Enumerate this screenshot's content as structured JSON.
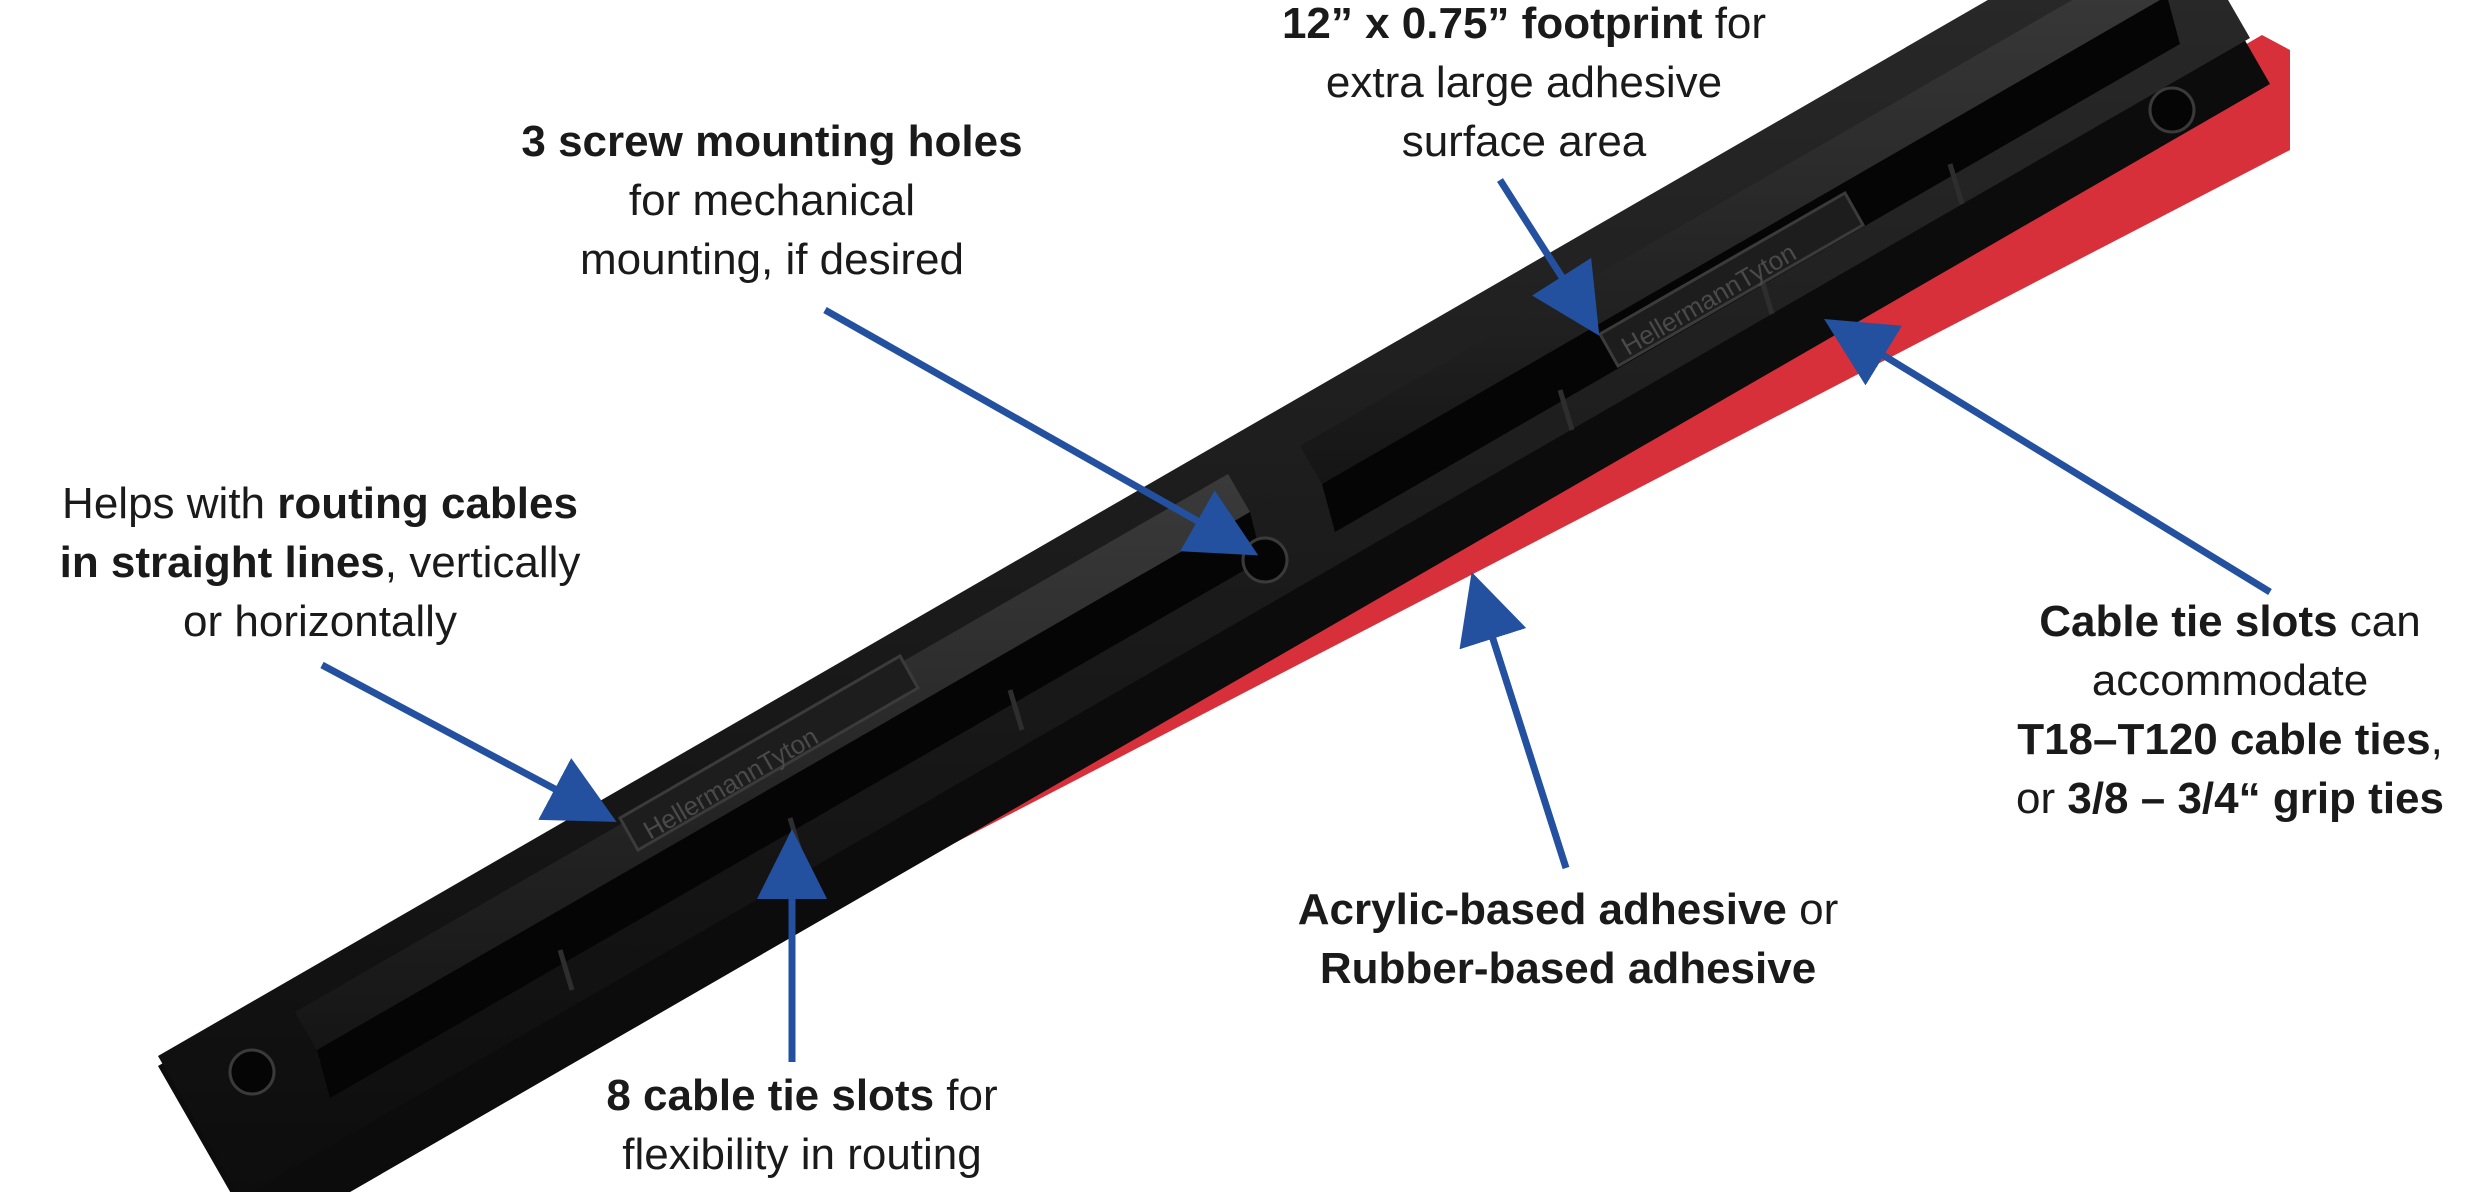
{
  "brand_text": "HellermannTyton",
  "colors": {
    "arrow": "#2450a0",
    "base_plastic": "#121212",
    "adhesive_liner": "#d7303a",
    "text": "#1a1a1a"
  },
  "callouts": {
    "footprint": {
      "l1_bold": "12” x 0.75” footprint",
      "l1_rest": " for",
      "l2": "extra large adhesive",
      "l3": "surface area"
    },
    "screw_holes": {
      "l1_bold": "3 screw mounting holes",
      "l2": "for mechanical",
      "l3": "mounting, if desired"
    },
    "routing": {
      "l1_pre": "Helps with ",
      "l1_bold": "routing cables",
      "l2_bold": "in straight lines",
      "l2_rest": ", vertically",
      "l3": "or horizontally"
    },
    "slots_capacity": {
      "l1_bold": "Cable tie slots",
      "l1_rest": " can",
      "l2": "accommodate",
      "l3_bold": "T18–T120 cable ties",
      "l3_rest": ",",
      "l4_pre": "or ",
      "l4_bold": "3/8 – 3/4“ grip ties"
    },
    "adhesive": {
      "l1_bold": "Acrylic-based adhesive",
      "l1_rest": " or",
      "l2_bold": "Rubber-based adhesive"
    },
    "slot_count": {
      "l1_bold": "8 cable tie slots",
      "l1_rest": " for",
      "l2": "flexibility in routing"
    }
  }
}
